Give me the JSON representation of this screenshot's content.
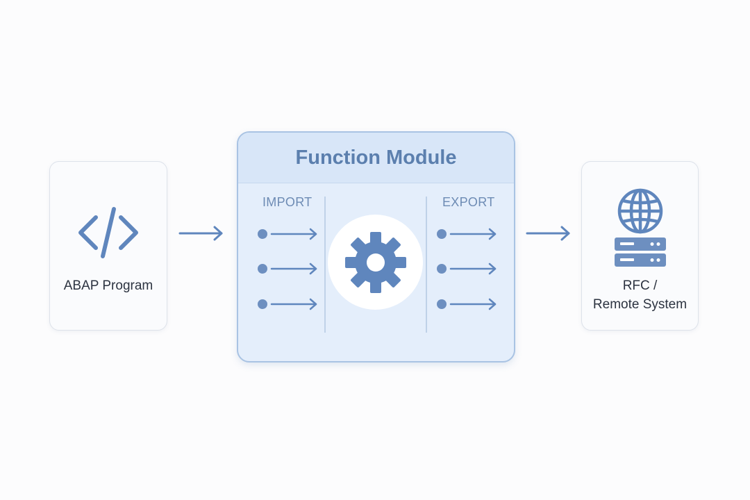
{
  "nodes": {
    "abap_program": {
      "label": "ABAP Program",
      "icon": "code-brackets-icon"
    },
    "function_module": {
      "title": "Function Module",
      "import_label": "IMPORT",
      "export_label": "EXPORT",
      "icon": "gear-icon",
      "import_params": 3,
      "export_params": 3
    },
    "rfc_remote_system": {
      "label_line1": "RFC /",
      "label_line2": "Remote System",
      "icon": "globe-server-icon"
    }
  },
  "edges": [
    {
      "from": "abap_program",
      "to": "function_module"
    },
    {
      "from": "function_module",
      "to": "rfc_remote_system"
    }
  ],
  "colors": {
    "accent": "#5b7fae",
    "icon": "#5f86bd",
    "module_fill": "#e4eefb",
    "module_border": "#a9c3e3",
    "card_border": "#dde2ea",
    "text": "#2c3340"
  }
}
